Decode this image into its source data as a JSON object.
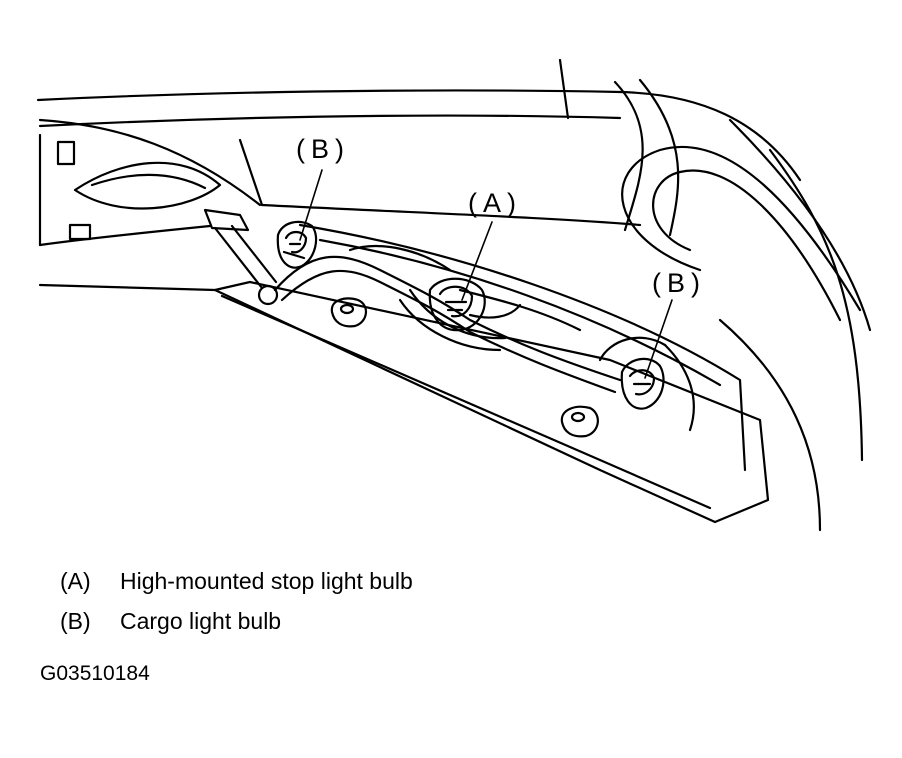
{
  "callouts": {
    "b_left": "(B)",
    "a": "(A)",
    "b_right": "(B)"
  },
  "legend": [
    {
      "key": "(A)",
      "text": "High-mounted stop light bulb"
    },
    {
      "key": "(B)",
      "text": "Cargo light bulb"
    }
  ],
  "figure_code": "G03510184"
}
